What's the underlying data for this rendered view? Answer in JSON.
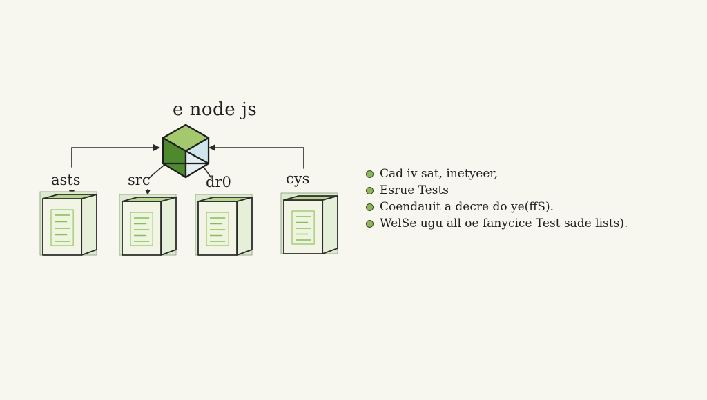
{
  "diagram": {
    "title": "e node js",
    "root_icon": "node-hexagon-icon",
    "folders": [
      {
        "label": "asts"
      },
      {
        "label": "src"
      },
      {
        "label": "dr0"
      },
      {
        "label": "cys"
      }
    ],
    "notes": [
      "Cad iv sat, inetyeer,",
      "Esrue Tests",
      "Coendauit a decre do ye(ffS).",
      "WelSe ugu all oe fanycice Test sade lists)."
    ],
    "colors": {
      "background": "#f7f6ef",
      "accent_green": "#8db85a",
      "dark_green": "#4e8a2d",
      "light_blue": "#cfe6ea",
      "ink": "#1f1f1f"
    }
  }
}
